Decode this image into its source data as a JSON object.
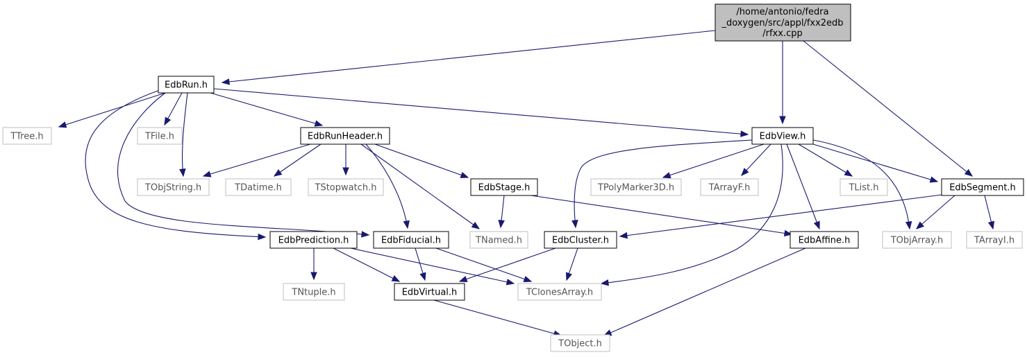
{
  "graph": {
    "root": {
      "lines": [
        "/home/antonio/fedra",
        "_doxygen/src/appl/fxx2edb",
        "/rfxx.cpp"
      ],
      "fill": "#bfbfbf",
      "stroke": "#000000"
    },
    "colors": {
      "edge": "#191970",
      "documented_border": "#000000",
      "external_border": "#bfbfbf",
      "external_text": "#555555"
    },
    "nodes": [
      {
        "id": "edbrun",
        "label": "EdbRun.h",
        "kind": "documented"
      },
      {
        "id": "ttree",
        "label": "TTree.h",
        "kind": "external"
      },
      {
        "id": "tfile",
        "label": "TFile.h",
        "kind": "external"
      },
      {
        "id": "edbrunheader",
        "label": "EdbRunHeader.h",
        "kind": "documented"
      },
      {
        "id": "edbview",
        "label": "EdbView.h",
        "kind": "documented"
      },
      {
        "id": "tobjstring",
        "label": "TObjString.h",
        "kind": "external"
      },
      {
        "id": "tdatime",
        "label": "TDatime.h",
        "kind": "external"
      },
      {
        "id": "tstopwatch",
        "label": "TStopwatch.h",
        "kind": "external"
      },
      {
        "id": "edbstage",
        "label": "EdbStage.h",
        "kind": "documented"
      },
      {
        "id": "tpolymarker3d",
        "label": "TPolyMarker3D.h",
        "kind": "external"
      },
      {
        "id": "tarrayf",
        "label": "TArrayF.h",
        "kind": "external"
      },
      {
        "id": "tlist",
        "label": "TList.h",
        "kind": "external"
      },
      {
        "id": "edbsegment",
        "label": "EdbSegment.h",
        "kind": "documented"
      },
      {
        "id": "edbprediction",
        "label": "EdbPrediction.h",
        "kind": "documented"
      },
      {
        "id": "edbfiducial",
        "label": "EdbFiducial.h",
        "kind": "documented"
      },
      {
        "id": "tnamed",
        "label": "TNamed.h",
        "kind": "external"
      },
      {
        "id": "edbcluster",
        "label": "EdbCluster.h",
        "kind": "documented"
      },
      {
        "id": "edbaffine",
        "label": "EdbAffine.h",
        "kind": "documented"
      },
      {
        "id": "tobjarray",
        "label": "TObjArray.h",
        "kind": "external"
      },
      {
        "id": "tarrayi",
        "label": "TArrayI.h",
        "kind": "external"
      },
      {
        "id": "tntuple",
        "label": "TNtuple.h",
        "kind": "external"
      },
      {
        "id": "edbvirtual",
        "label": "EdbVirtual.h",
        "kind": "documented"
      },
      {
        "id": "tclonesarray",
        "label": "TClonesArray.h",
        "kind": "external"
      },
      {
        "id": "tobject",
        "label": "TObject.h",
        "kind": "external"
      }
    ],
    "edges": [
      [
        "root",
        "edbrun"
      ],
      [
        "root",
        "edbview"
      ],
      [
        "root",
        "edbsegment"
      ],
      [
        "edbrun",
        "ttree"
      ],
      [
        "edbrun",
        "tfile"
      ],
      [
        "edbrun",
        "tobjstring"
      ],
      [
        "edbrun",
        "edbrunheader"
      ],
      [
        "edbrun",
        "edbview"
      ],
      [
        "edbrun",
        "edbprediction"
      ],
      [
        "edbrun",
        "edbfiducial"
      ],
      [
        "edbrunheader",
        "tobjstring"
      ],
      [
        "edbrunheader",
        "tdatime"
      ],
      [
        "edbrunheader",
        "tstopwatch"
      ],
      [
        "edbrunheader",
        "edbstage"
      ],
      [
        "edbrunheader",
        "edbfiducial"
      ],
      [
        "edbrunheader",
        "tnamed"
      ],
      [
        "edbstage",
        "tnamed"
      ],
      [
        "edbstage",
        "edbaffine"
      ],
      [
        "edbview",
        "edbcluster"
      ],
      [
        "edbview",
        "tpolymarker3d"
      ],
      [
        "edbview",
        "tarrayf"
      ],
      [
        "edbview",
        "tlist"
      ],
      [
        "edbview",
        "edbsegment"
      ],
      [
        "edbview",
        "tobjarray"
      ],
      [
        "edbview",
        "edbaffine"
      ],
      [
        "edbview",
        "tclonesarray"
      ],
      [
        "edbsegment",
        "edbcluster"
      ],
      [
        "edbsegment",
        "tobjarray"
      ],
      [
        "edbsegment",
        "tarrayi"
      ],
      [
        "edbprediction",
        "tntuple"
      ],
      [
        "edbprediction",
        "edbvirtual"
      ],
      [
        "edbprediction",
        "tclonesarray"
      ],
      [
        "edbfiducial",
        "edbvirtual"
      ],
      [
        "edbfiducial",
        "tclonesarray"
      ],
      [
        "edbcluster",
        "edbvirtual"
      ],
      [
        "edbcluster",
        "tclonesarray"
      ],
      [
        "edbvirtual",
        "tobject"
      ],
      [
        "edbaffine",
        "tobject"
      ]
    ]
  }
}
